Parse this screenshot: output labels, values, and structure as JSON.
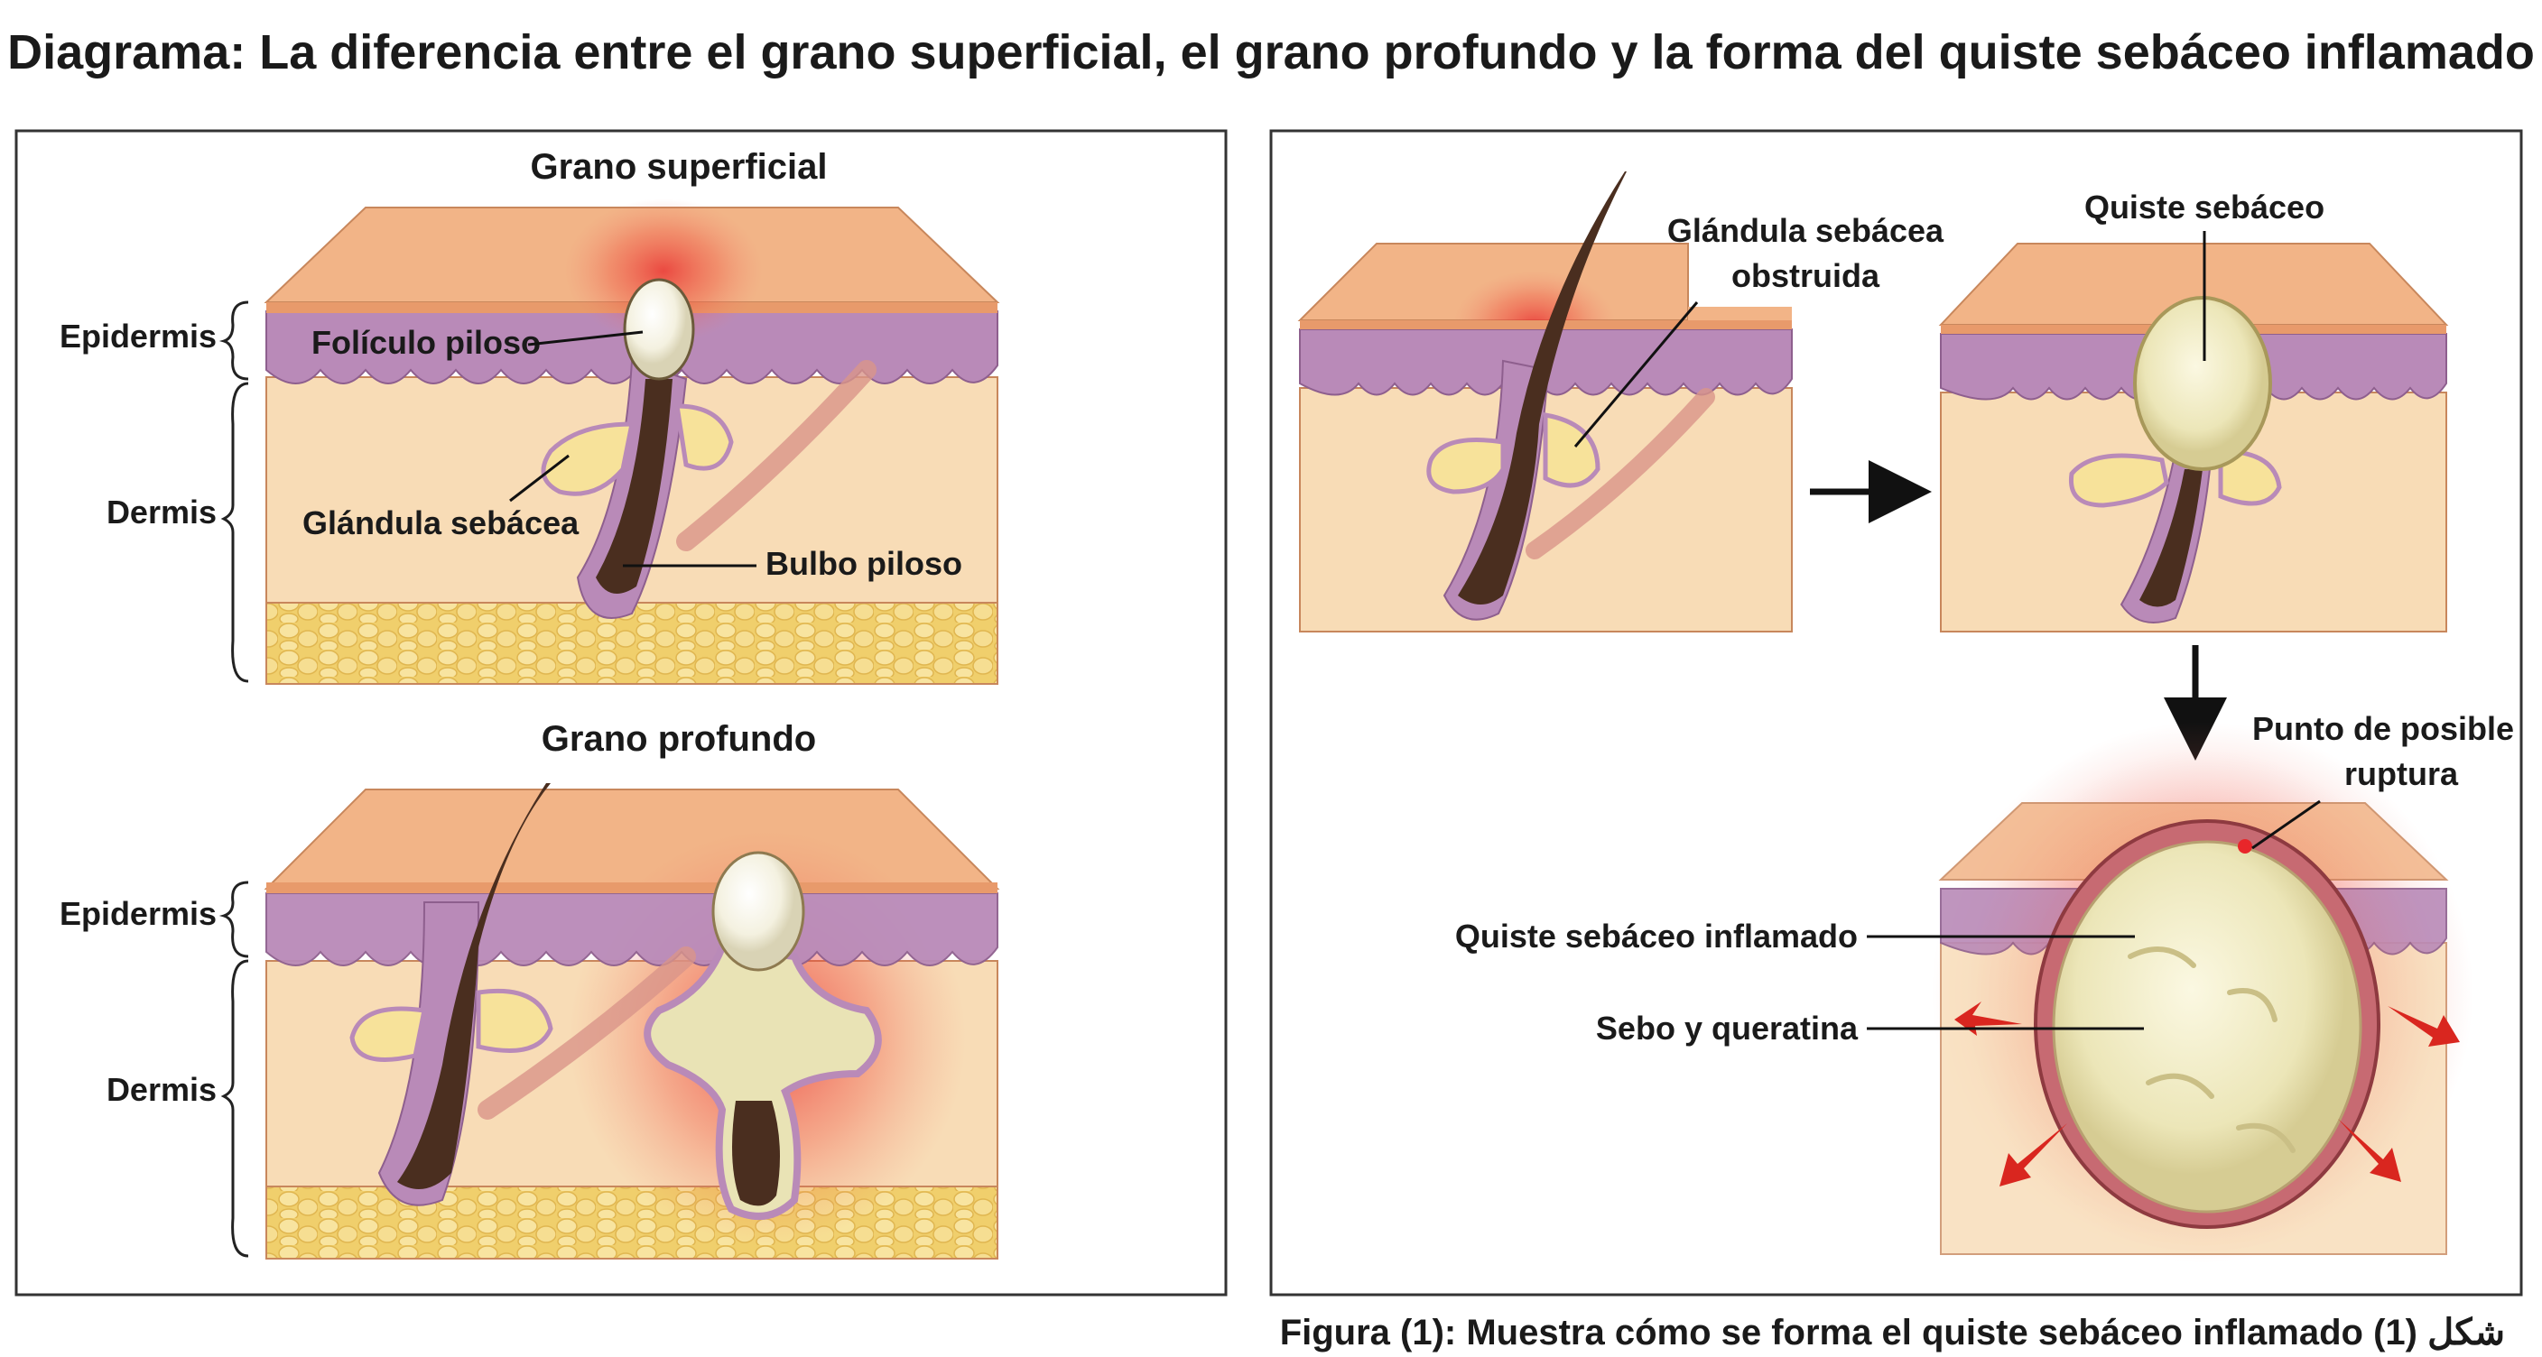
{
  "title": "Diagrama: La diferencia entre el grano superficial, el grano profundo y la forma del quiste sebáceo inflamado",
  "caption": "Figura (1): Muestra cómo se forma el quiste sebáceo inflamado (1) شكل",
  "panel_superficial": {
    "heading": "Grano superficial",
    "layer_epidermis": "Epidermis",
    "layer_dermis": "Dermis",
    "label_follicle": "Folículo piloso",
    "label_gland": "Glándula sebácea",
    "label_bulb": "Bulbo piloso"
  },
  "panel_profundo": {
    "heading": "Grano profundo",
    "layer_epidermis": "Epidermis",
    "layer_dermis": "Dermis"
  },
  "panel_obstruida": {
    "label_line1": "Glándula sebácea",
    "label_line2": "obstruida"
  },
  "panel_quiste": {
    "label": "Quiste sebáceo"
  },
  "panel_inflamado": {
    "label_rupture_line1": "Punto de posible",
    "label_rupture_line2": "ruptura",
    "label_cyst": "Quiste sebáceo inflamado",
    "label_content": "Sebo y queratina"
  },
  "colors": {
    "skin_top": "#f2b487",
    "skin_top_dark": "#e89a6b",
    "epidermis": "#b98ab8",
    "dermis": "#f8dcb6",
    "fat": "#f3d67e",
    "gland": "#f7e29a",
    "hair": "#4a2e1f",
    "inflamed": "#e8262a",
    "cyst": "#eeeabf"
  }
}
